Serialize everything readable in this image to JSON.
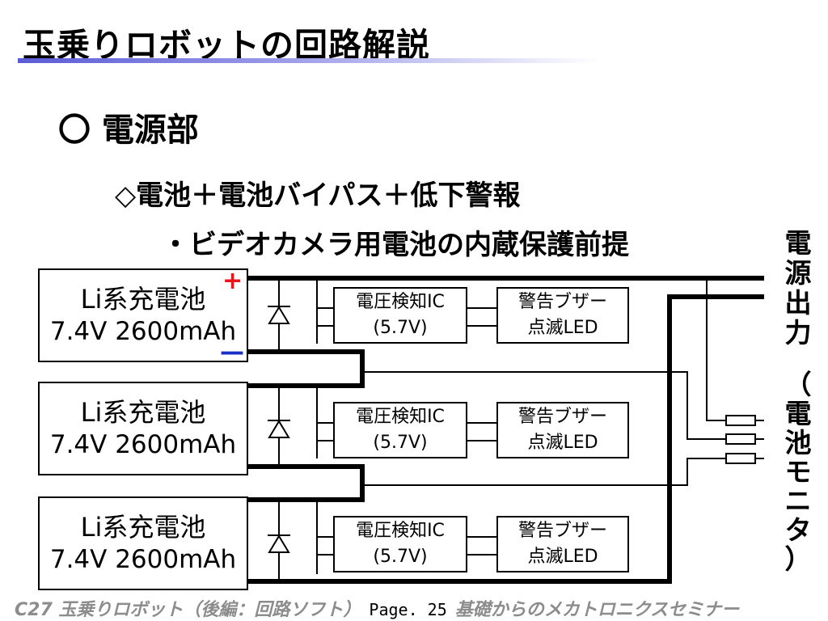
{
  "title": "玉乗りロボットの回路解説",
  "heading": "〇 電源部",
  "bullets": [
    "◇電池＋電池バイパス＋低下警報",
    "・ビデオカメラ用電池の内蔵保護前提"
  ],
  "side_label": [
    "電",
    "源",
    "出",
    "力",
    "（",
    "電",
    "池",
    "モ",
    "ニ",
    "タ",
    "）"
  ],
  "polarity": {
    "plus": "+",
    "minus": "—",
    "plus_color": "#e8141b",
    "minus_color": "#1a2fc8"
  },
  "modules": [
    {
      "battery_name": "Li系充電池",
      "battery_spec": "7.4V  2600mAh",
      "detector_name": "電圧検知IC",
      "detector_spec": "(5.7V)",
      "buzzer_name": "警告ブザー",
      "buzzer_spec": "点滅LED"
    },
    {
      "battery_name": "Li系充電池",
      "battery_spec": "7.4V  2600mAh",
      "detector_name": "電圧検知IC",
      "detector_spec": "(5.7V)",
      "buzzer_name": "警告ブザー",
      "buzzer_spec": "点滅LED"
    },
    {
      "battery_name": "Li系充電池",
      "battery_spec": "7.4V  2600mAh",
      "detector_name": "電圧検知IC",
      "detector_spec": "(5.7V)",
      "buzzer_name": "警告ブザー",
      "buzzer_spec": "点滅LED"
    }
  ],
  "footer": {
    "left": "C27  玉乗りロボット（後編：回路ソフト）",
    "page": "Page. 25",
    "right": "基礎からのメカトロニクスセミナー"
  }
}
